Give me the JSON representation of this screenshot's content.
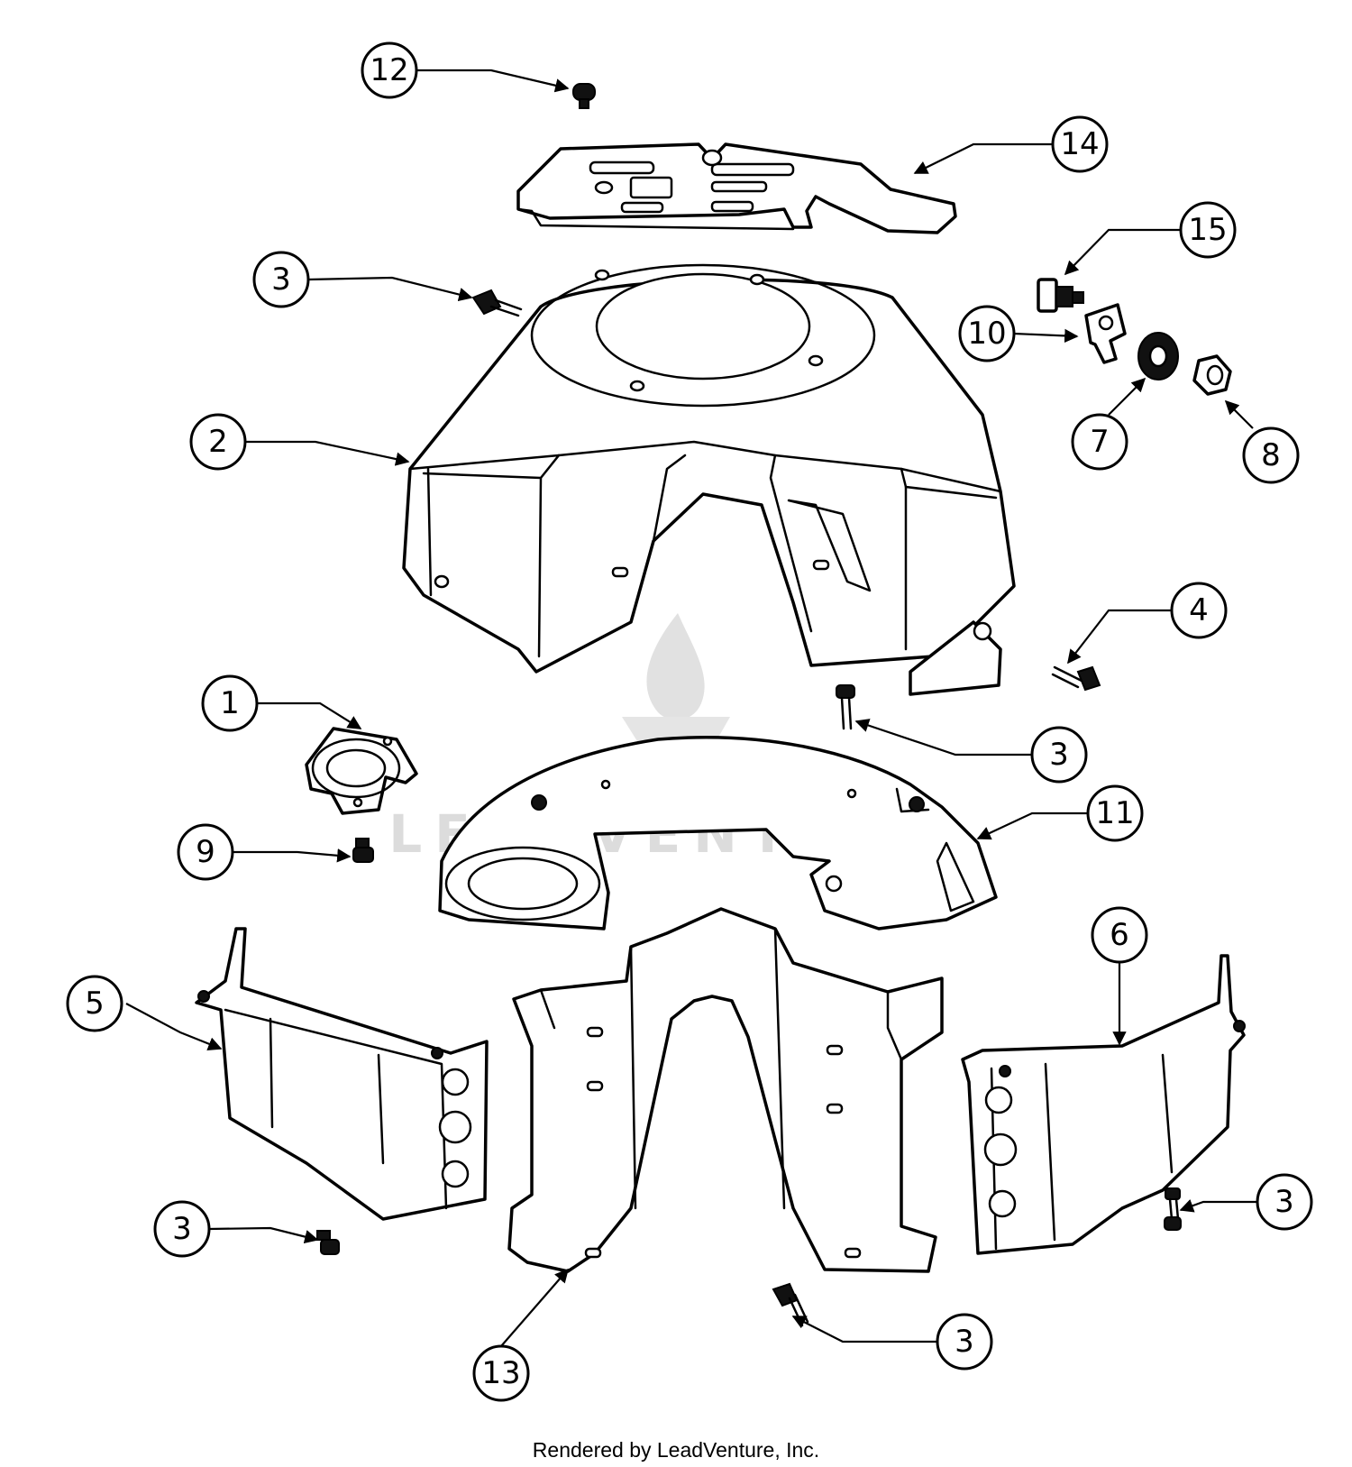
{
  "diagram": {
    "callouts": [
      {
        "id": "c12",
        "label": "12"
      },
      {
        "id": "c14",
        "label": "14"
      },
      {
        "id": "c15",
        "label": "15"
      },
      {
        "id": "c3a",
        "label": "3"
      },
      {
        "id": "c10",
        "label": "10"
      },
      {
        "id": "c7",
        "label": "7"
      },
      {
        "id": "c8",
        "label": "8"
      },
      {
        "id": "c2",
        "label": "2"
      },
      {
        "id": "c4",
        "label": "4"
      },
      {
        "id": "c1",
        "label": "1"
      },
      {
        "id": "c3b",
        "label": "3"
      },
      {
        "id": "c11",
        "label": "11"
      },
      {
        "id": "c9",
        "label": "9"
      },
      {
        "id": "c6",
        "label": "6"
      },
      {
        "id": "c5",
        "label": "5"
      },
      {
        "id": "c3c",
        "label": "3"
      },
      {
        "id": "c3d",
        "label": "3"
      },
      {
        "id": "c3e",
        "label": "3"
      },
      {
        "id": "c13",
        "label": "13"
      }
    ]
  },
  "watermark": {
    "brand": "LEADVENTURE"
  },
  "footer": {
    "text": "Rendered by LeadVenture, Inc."
  }
}
